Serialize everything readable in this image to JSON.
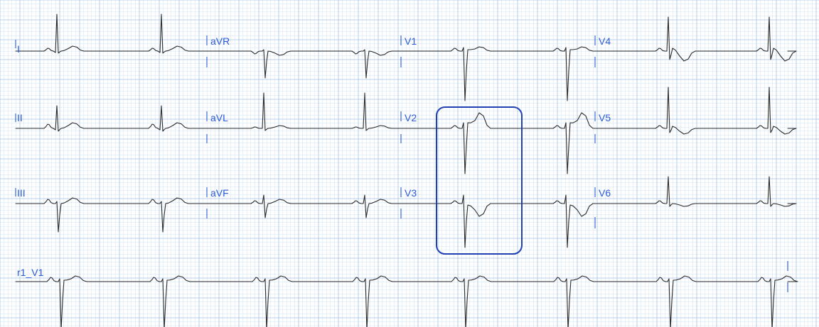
{
  "ecg": {
    "leads": [
      "I",
      "II",
      "III",
      "aVR",
      "aVL",
      "aVF",
      "V1",
      "V2",
      "V3",
      "V4",
      "V5",
      "V6",
      "r1_V1"
    ],
    "grid": true,
    "highlight": {
      "leads": [
        "V2",
        "V3"
      ]
    }
  },
  "colors": {
    "paper": "#ffffff",
    "grid_minor": "#d3e2f2",
    "grid_major": "#a9c4e4",
    "trace": "#2b2b2b",
    "label": "#2a5bd7",
    "highlight": "#1f3fb3"
  }
}
